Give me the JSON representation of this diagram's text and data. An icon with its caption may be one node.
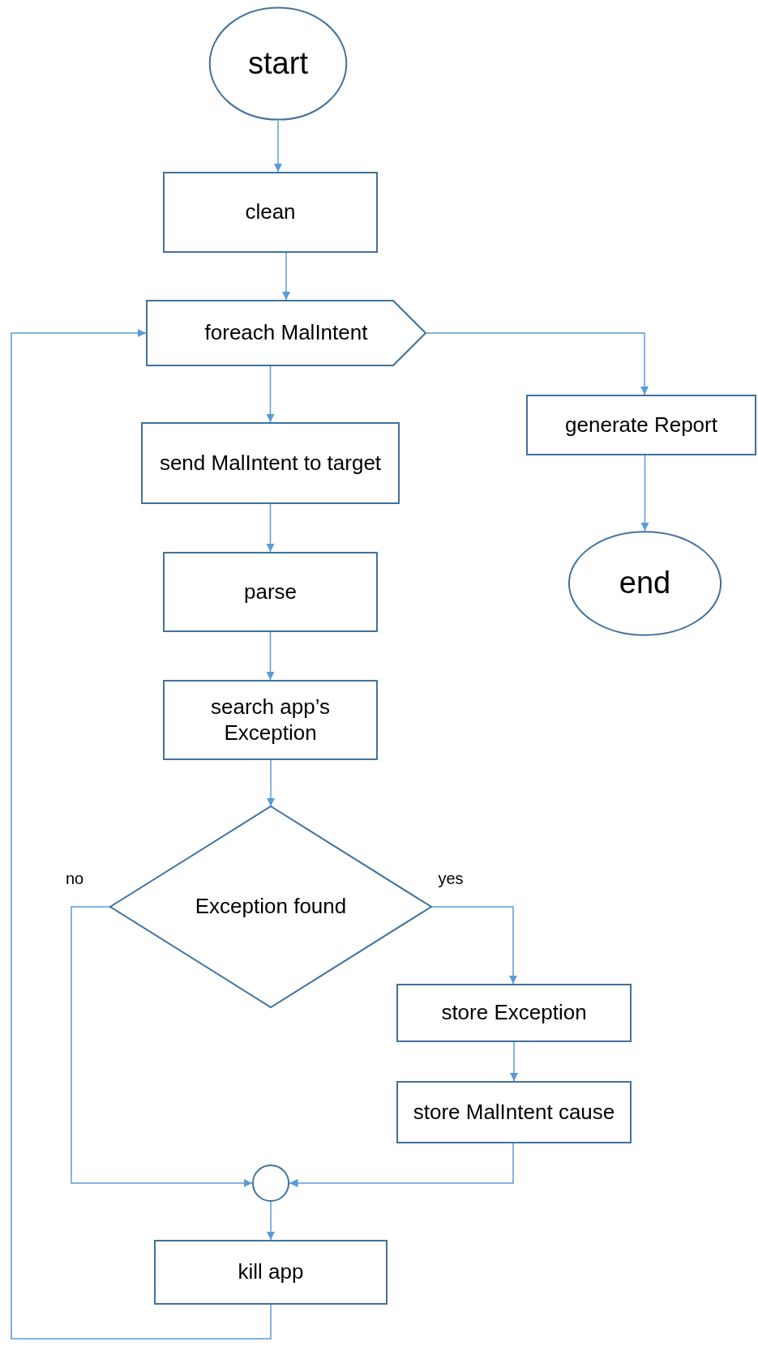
{
  "diagram": {
    "nodes": [
      {
        "text": [
          "start"
        ]
      },
      {
        "text": [
          "clean"
        ]
      },
      {
        "text": [
          "foreach MalIntent"
        ]
      },
      {
        "text": [
          "send MalIntent to target"
        ]
      },
      {
        "text": [
          "parse"
        ]
      },
      {
        "text": [
          "search app’s Exception"
        ]
      },
      {
        "text": [
          "Exception found"
        ]
      },
      {
        "text": [
          "store Exception"
        ]
      },
      {
        "text": [
          "store MalIntent cause"
        ]
      },
      {
        "text": [],
        "shape": "circle"
      },
      {
        "text": [
          "kill app"
        ]
      },
      {
        "text": [
          "generate Report"
        ]
      },
      {
        "text": [
          "end"
        ]
      }
    ],
    "edges": [
      {
        "from": 0,
        "to": 1,
        "arrow": "to"
      },
      {
        "from": 1,
        "to": 2,
        "arrow": "to"
      },
      {
        "from": 2,
        "to": 3,
        "arrow": "to"
      },
      {
        "from": 3,
        "to": 4,
        "arrow": "to"
      },
      {
        "from": 4,
        "to": 5,
        "arrow": "to"
      },
      {
        "from": 5,
        "to": 6,
        "arrow": "to"
      },
      {
        "from": 6,
        "to": 7,
        "arrow": "to",
        "label": "yes"
      },
      {
        "from": 7,
        "to": 8,
        "arrow": "to"
      },
      {
        "from": 8,
        "to": 9,
        "arrow": "to"
      },
      {
        "from": 6,
        "to": 9,
        "arrow": "to",
        "label": "no"
      },
      {
        "from": 9,
        "to": 10,
        "arrow": "to"
      },
      {
        "from": 10,
        "to": 2,
        "arrow": "to"
      },
      {
        "from": 2,
        "to": 11,
        "arrow": "to"
      },
      {
        "from": 11,
        "to": 12,
        "arrow": "to"
      }
    ]
  }
}
